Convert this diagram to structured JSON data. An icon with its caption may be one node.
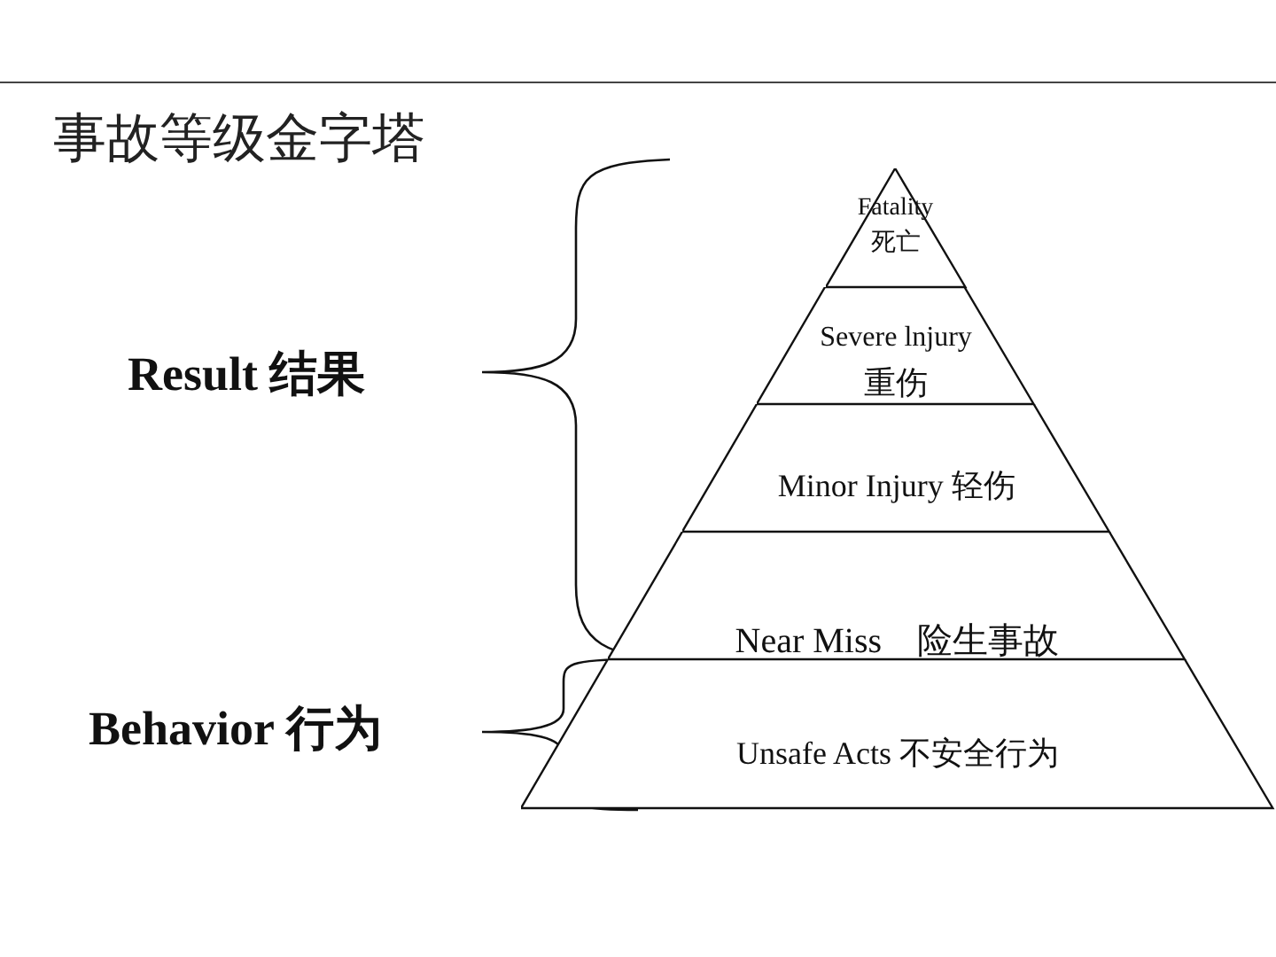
{
  "diagram": {
    "title": "事故等级金字塔",
    "nodes": [
      {
        "text": [
          "Fatality",
          "死亡"
        ]
      },
      {
        "text": [
          "Severe lnjury",
          "重伤"
        ]
      },
      {
        "text": [
          "Minor Injury 轻伤"
        ]
      },
      {
        "text": [
          "Near Miss　险生事故"
        ]
      },
      {
        "text": [
          "Unsafe Acts  不安全行为"
        ]
      }
    ],
    "labels": [
      "Result  结果",
      "Behavior  行为"
    ]
  }
}
